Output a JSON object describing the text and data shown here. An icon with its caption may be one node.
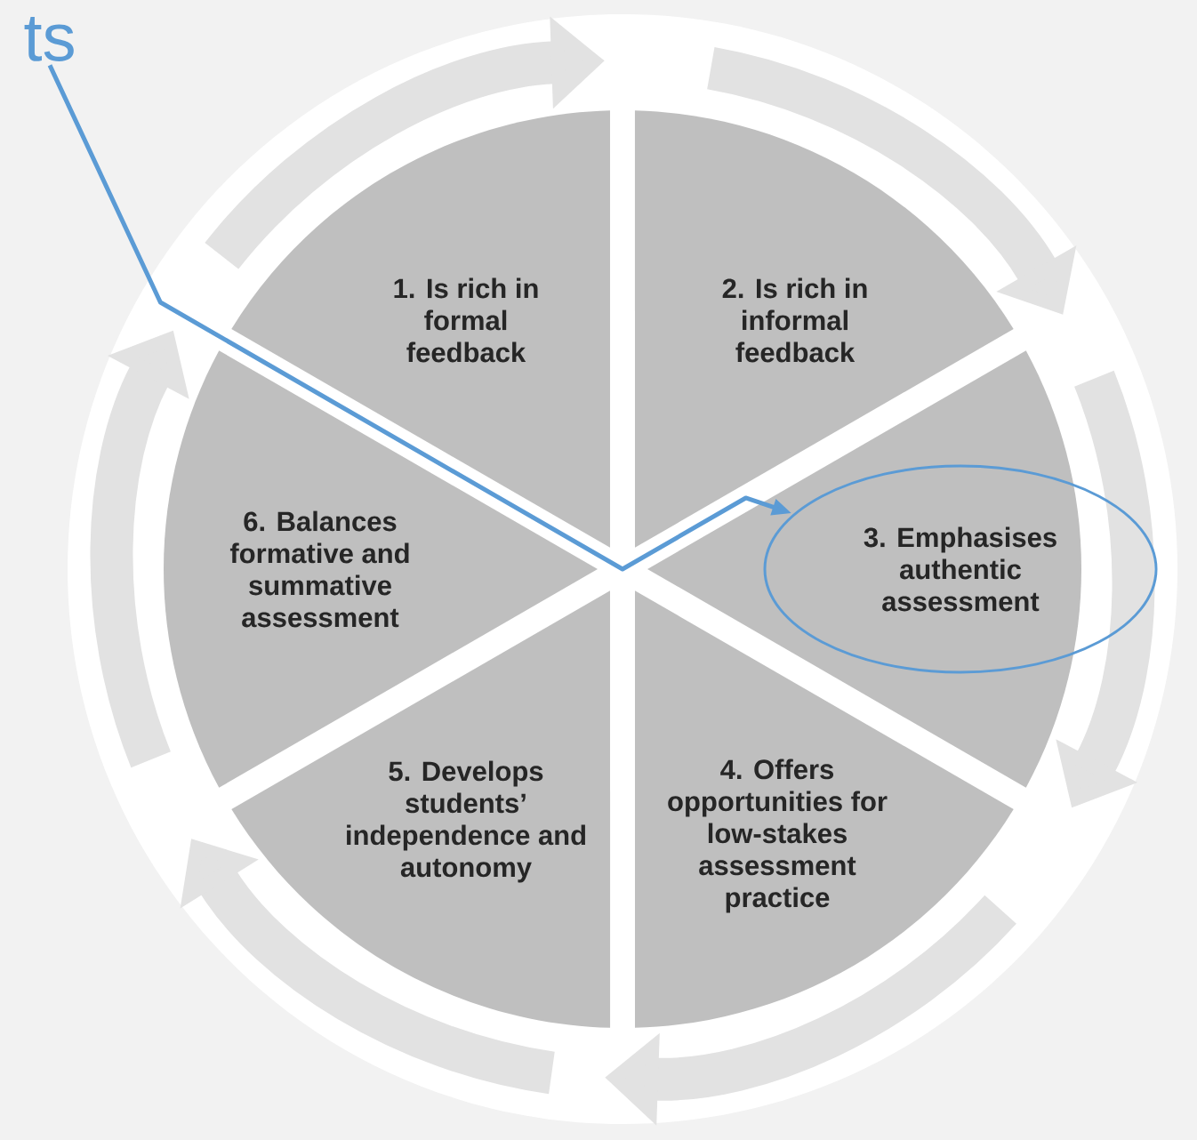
{
  "diagram": {
    "nodes": [
      {
        "text": [
          "ts"
        ]
      },
      {
        "text": [
          "1. Is rich in formal feedback"
        ]
      },
      {
        "text": [
          "2. Is rich in informal feedback"
        ]
      },
      {
        "text": [],
        "shape": "wedge"
      },
      {
        "text": [
          "3. Emphasises authentic assessment"
        ]
      },
      {
        "text": [
          "4. Offers opportunities for low-stakes assessment practice"
        ]
      },
      {
        "text": [
          "5. Develops students’ independence and autonomy"
        ]
      },
      {
        "text": [
          "6. Balances formative and summative assessment"
        ]
      }
    ],
    "edges": [
      {
        "from": 0,
        "to": 4,
        "arrow": "to"
      }
    ]
  }
}
